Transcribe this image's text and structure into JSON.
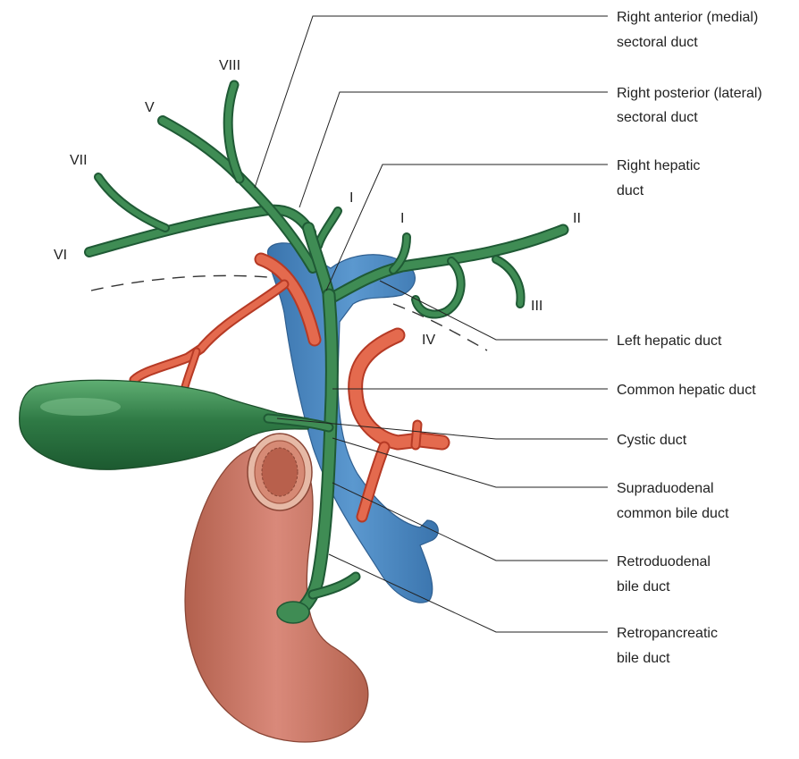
{
  "diagram": {
    "segments": [
      "VIII",
      "V",
      "VII",
      "VI",
      "I",
      "I",
      "II",
      "III",
      "IV"
    ],
    "labels": [
      [
        "Right anterior (medial)",
        "sectoral duct"
      ],
      [
        "Right posterior (lateral)",
        "sectoral duct"
      ],
      [
        "Right hepatic",
        "duct"
      ],
      [
        "Left hepatic duct"
      ],
      [
        "Common hepatic duct"
      ],
      [
        "Cystic duct"
      ],
      [
        "Supraduodenal",
        "common bile duct"
      ],
      [
        "Retroduodenal",
        "bile duct"
      ],
      [
        "Retropancreatic",
        "bile duct"
      ]
    ],
    "colors": {
      "bile_duct": "#3f8c54",
      "gallbladder": "#2f7a45",
      "hepatic_artery": "#e46a4e",
      "portal_vein": "#4a86c0",
      "duodenum": "#c97762"
    }
  }
}
